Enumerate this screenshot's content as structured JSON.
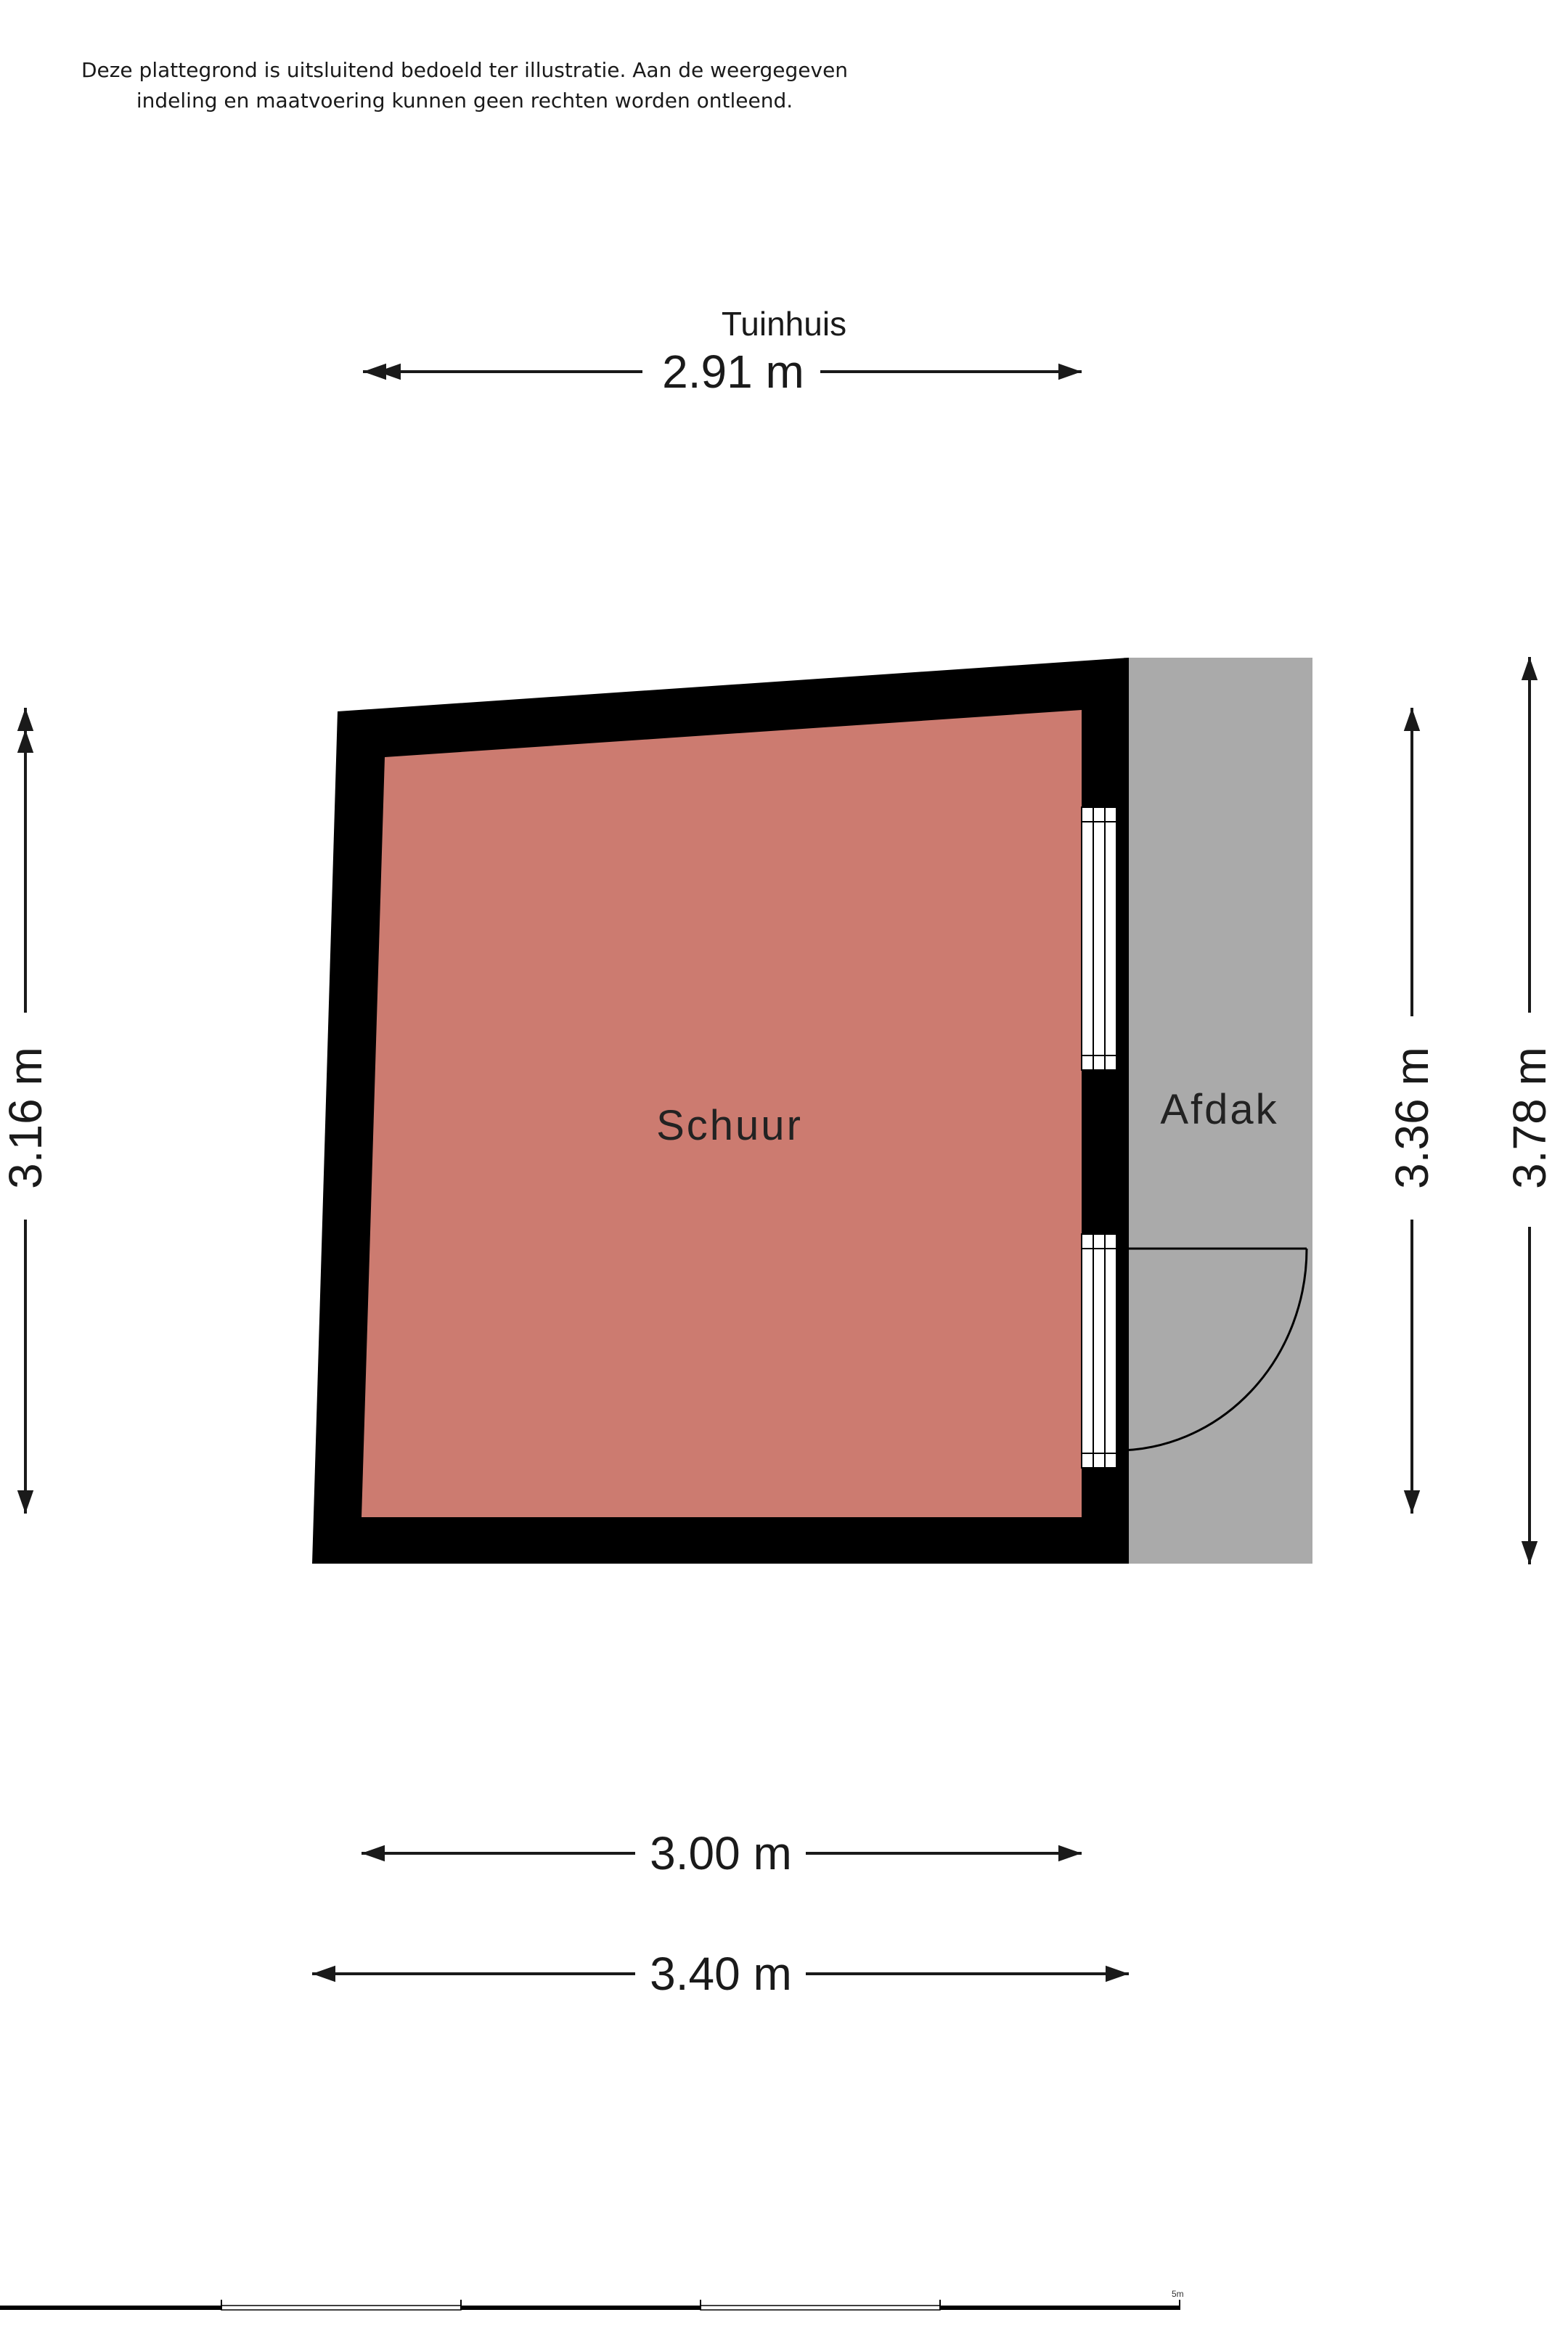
{
  "disclaimer": {
    "line1": "Deze plattegrond is uitsluitend bedoeld ter illustratie. Aan de weergegeven",
    "line2": "indeling en maatvoering kunnen geen rechten worden ontleend."
  },
  "plan": {
    "title": "Tuinhuis",
    "rooms": {
      "main": "Schuur",
      "side": "Afdak"
    },
    "dimensions": {
      "top_width": "2.91 m",
      "left_height": "3.16 m",
      "inner_height": "3.36 m",
      "outer_height": "3.78 m",
      "inner_width": "3.00 m",
      "outer_width": "3.40 m"
    },
    "colors": {
      "room_fill": "#cc7b70",
      "wall": "#000000",
      "canopy_fill": "#aaaaaa"
    },
    "scale_bar": {
      "label": "5m"
    }
  }
}
